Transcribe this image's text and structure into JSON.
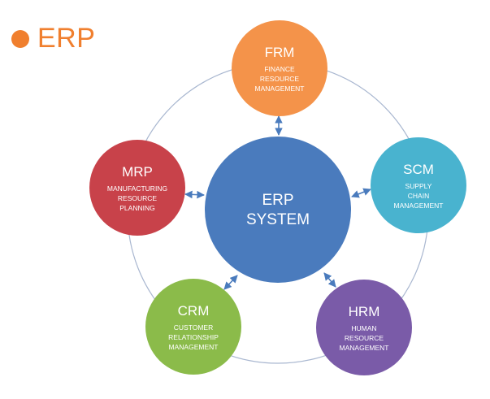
{
  "header": {
    "title": "ERP",
    "dot_color": "#f07f2e",
    "title_color": "#f07f2e"
  },
  "diagram": {
    "center": {
      "abbr_lines": [
        "ERP",
        "SYSTEM"
      ],
      "color": "#4a7bbd"
    },
    "ring_color": "#a9b7d0",
    "arrow_color": "#4a7bbd",
    "nodes": [
      {
        "id": "frm",
        "abbr": "FRM",
        "desc": [
          "FINANCE",
          "RESOURCE",
          "MANAGEMENT"
        ],
        "color": "#f4934a"
      },
      {
        "id": "scm",
        "abbr": "SCM",
        "desc": [
          "SUPPLY",
          "CHAIN",
          "MANAGEMENT"
        ],
        "color": "#49b3cf"
      },
      {
        "id": "hrm",
        "abbr": "HRM",
        "desc": [
          "HUMAN",
          "RESOURCE",
          "MANAGEMENT"
        ],
        "color": "#7a5ba8"
      },
      {
        "id": "crm",
        "abbr": "CRM",
        "desc": [
          "CUSTOMER",
          "RELATIONSHIP",
          "MANAGEMENT"
        ],
        "color": "#8bbb4a"
      },
      {
        "id": "mrp",
        "abbr": "MRP",
        "desc": [
          "MANUFACTURING",
          "RESOURCE",
          "PLANNING"
        ],
        "color": "#c8424a"
      }
    ]
  }
}
